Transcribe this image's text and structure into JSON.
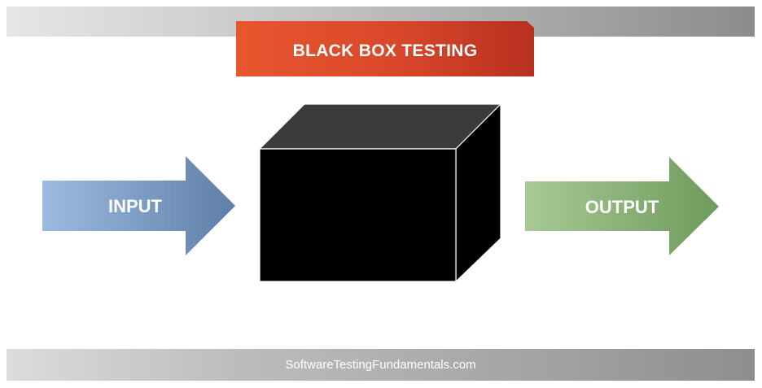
{
  "title": "BLACK BOX TESTING",
  "input_label": "INPUT",
  "output_label": "OUTPUT",
  "footer": "SoftwareTestingFundamentals.com",
  "colors": {
    "banner": "#d8472a",
    "input_arrow": "#7c9cc4",
    "output_arrow": "#8fb07a",
    "box": "#000000"
  }
}
